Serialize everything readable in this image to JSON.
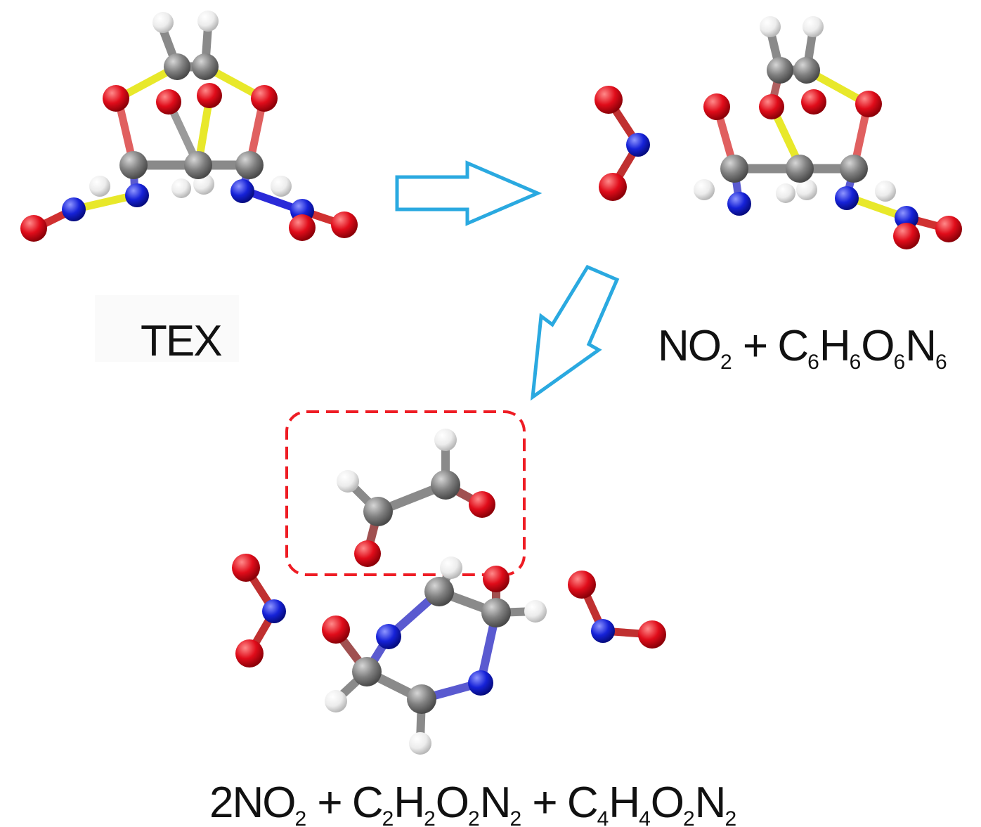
{
  "labels": {
    "reactant": {
      "parts": [
        {
          "t": "TEX"
        }
      ]
    },
    "step1": {
      "parts": [
        {
          "t": "NO"
        },
        {
          "s": "2"
        },
        {
          "t": " + C"
        },
        {
          "s": "6"
        },
        {
          "t": "H"
        },
        {
          "s": "6"
        },
        {
          "t": "O"
        },
        {
          "s": "6"
        },
        {
          "t": "N"
        },
        {
          "s": "6"
        }
      ]
    },
    "step2": {
      "parts": [
        {
          "t": "2NO"
        },
        {
          "s": "2"
        },
        {
          "t": " + C"
        },
        {
          "s": "2"
        },
        {
          "t": "H"
        },
        {
          "s": "2"
        },
        {
          "t": "O"
        },
        {
          "s": "2"
        },
        {
          "t": "N"
        },
        {
          "s": "2"
        },
        {
          "t": " + C"
        },
        {
          "s": "4"
        },
        {
          "t": "H"
        },
        {
          "s": "4"
        },
        {
          "t": "O"
        },
        {
          "s": "2"
        },
        {
          "t": "N"
        },
        {
          "s": "2"
        }
      ]
    }
  },
  "colors": {
    "carbon": "#7f7f7f",
    "oxygen": "#e00c1a",
    "nitrogen": "#1622d8",
    "hydrogen": "#eeeeee",
    "broken_bond": "#e8e82a",
    "arrow": "#2aa9e0",
    "highlight_box": "#ee1c24"
  }
}
